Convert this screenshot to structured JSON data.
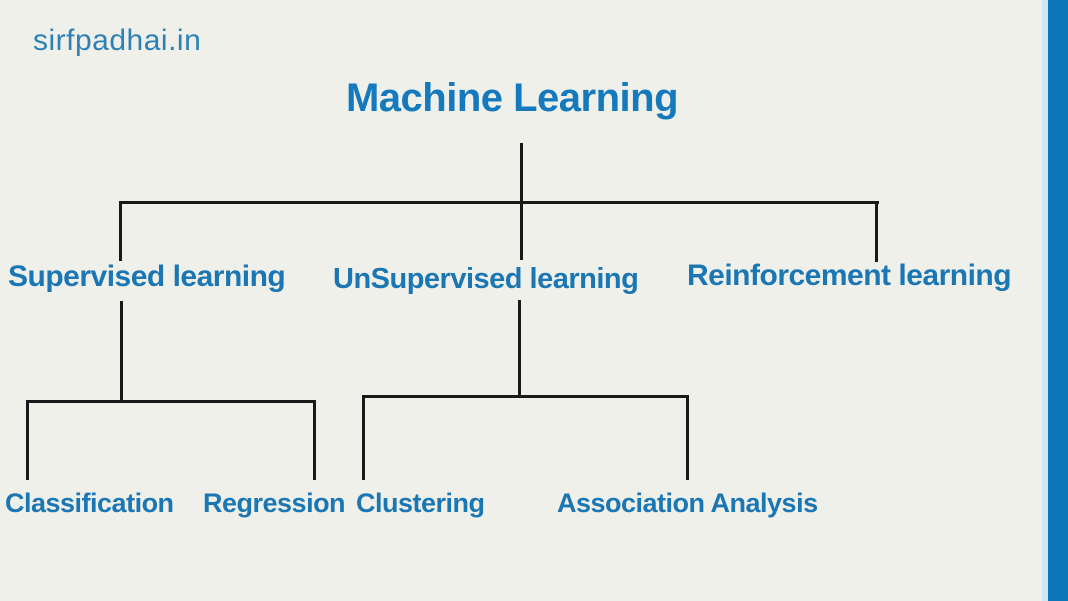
{
  "watermark": "sirfpadhai.in",
  "tree": {
    "root": "Machine Learning",
    "branches": [
      {
        "label": "Supervised learning",
        "children": [
          "Classification",
          "Regression"
        ]
      },
      {
        "label": "UnSupervised learning",
        "children": [
          "Clustering",
          "Association Analysis"
        ]
      },
      {
        "label": "Reinforcement learning",
        "children": []
      }
    ]
  },
  "colors": {
    "background": "#f0f0eb",
    "accent_blue": "#1b76b4",
    "title_blue": "#1579bd",
    "watermark_blue": "#2e81b5",
    "connector_black": "#191919",
    "edge_bar_dark": "#0b76b8",
    "edge_bar_light": "#cfe8f4"
  }
}
